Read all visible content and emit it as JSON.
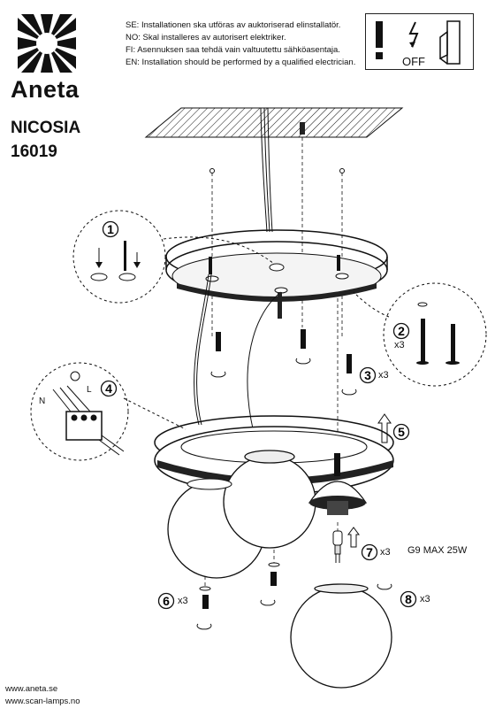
{
  "brand": {
    "name": "Aneta"
  },
  "product": {
    "name": "NICOSIA",
    "number": "16019"
  },
  "notice": [
    "SE: Installationen ska utföras av auktoriserad elinstallatör.",
    "NO: Skal installeres av autorisert elektriker.",
    "FI:  Asennuksen saa tehdä vain valtuutettu sähköasentaja.",
    "EN: Installation should be performed by a qualified electrician."
  ],
  "warning": {
    "off_label": "OFF",
    "icons": [
      "exclamation-icon",
      "lightning-icon",
      "switch-off-icon"
    ]
  },
  "steps": [
    {
      "number": "1"
    },
    {
      "number": "2",
      "qty": "x3"
    },
    {
      "number": "3",
      "qty": "x3"
    },
    {
      "number": "4"
    },
    {
      "number": "5"
    },
    {
      "number": "6",
      "qty": "x3"
    },
    {
      "number": "7",
      "qty": "x3",
      "spec": "G9 MAX 25W"
    },
    {
      "number": "8",
      "qty": "x3"
    }
  ],
  "wiring": {
    "neutral": "N",
    "live": "L"
  },
  "footer": {
    "links": [
      "www.aneta.se",
      "www.scan-lamps.no"
    ]
  }
}
